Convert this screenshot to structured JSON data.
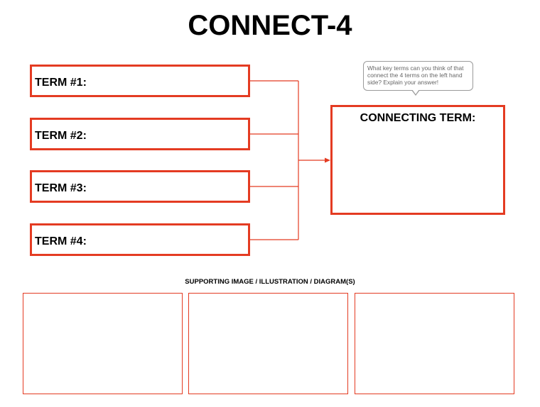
{
  "page": {
    "title": "CONNECT-4"
  },
  "terms": [
    {
      "label": "TERM #1:"
    },
    {
      "label": "TERM #2:"
    },
    {
      "label": "TERM #3:"
    },
    {
      "label": "TERM #4:"
    }
  ],
  "connecting": {
    "label": "CONNECTING TERM:",
    "hint": "What key terms can you think of that connect the 4 terms on the left hand side? Explain your answer!"
  },
  "supporting": {
    "label": "SUPPORTING IMAGE / ILLUSTRATION / DIAGRAM(S)",
    "panel_count": 3
  },
  "colors": {
    "accent": "#e43b22",
    "bubble_border": "#9a9a9a",
    "bubble_text": "#666666"
  }
}
